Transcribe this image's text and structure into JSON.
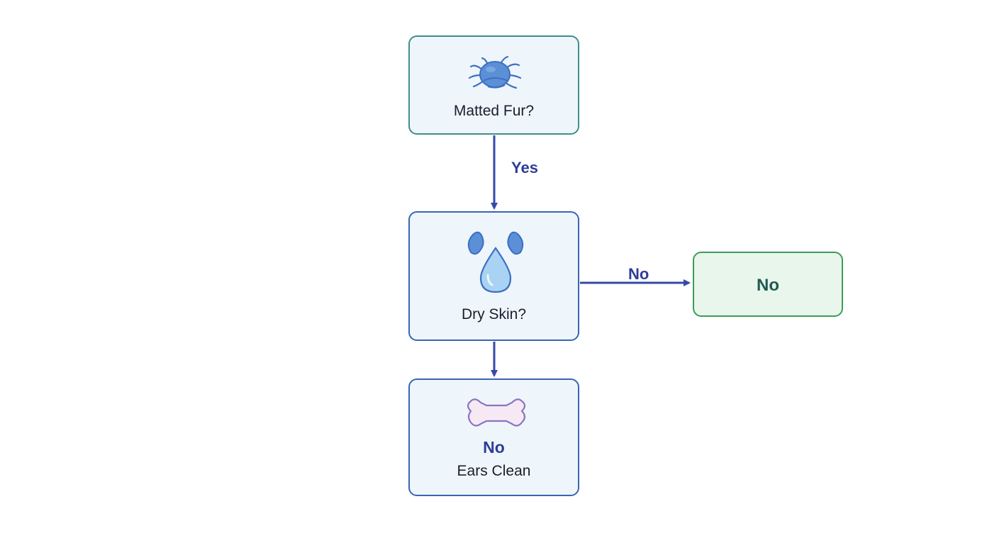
{
  "nodes": {
    "matted_fur": {
      "label": "Matted Fur?",
      "icon": "tick-icon"
    },
    "dry_skin": {
      "label": "Dry Skin?",
      "icon": "water-drop-icon"
    },
    "ears_clean": {
      "label": "Ears Clean",
      "answer": "No",
      "icon": "bone-icon"
    },
    "no_result": {
      "label": "No"
    }
  },
  "edges": {
    "matted_to_dry": "Yes",
    "dry_to_no": "No"
  },
  "colors": {
    "arrow": "#3549a8",
    "edge_label": "#2e3d99",
    "node_fill": "#eef6fb",
    "result_fill": "#e8f6ec",
    "result_border": "#3e9a58",
    "icon_blue": "#5b8fd6",
    "icon_pink": "#f6e9f4"
  }
}
